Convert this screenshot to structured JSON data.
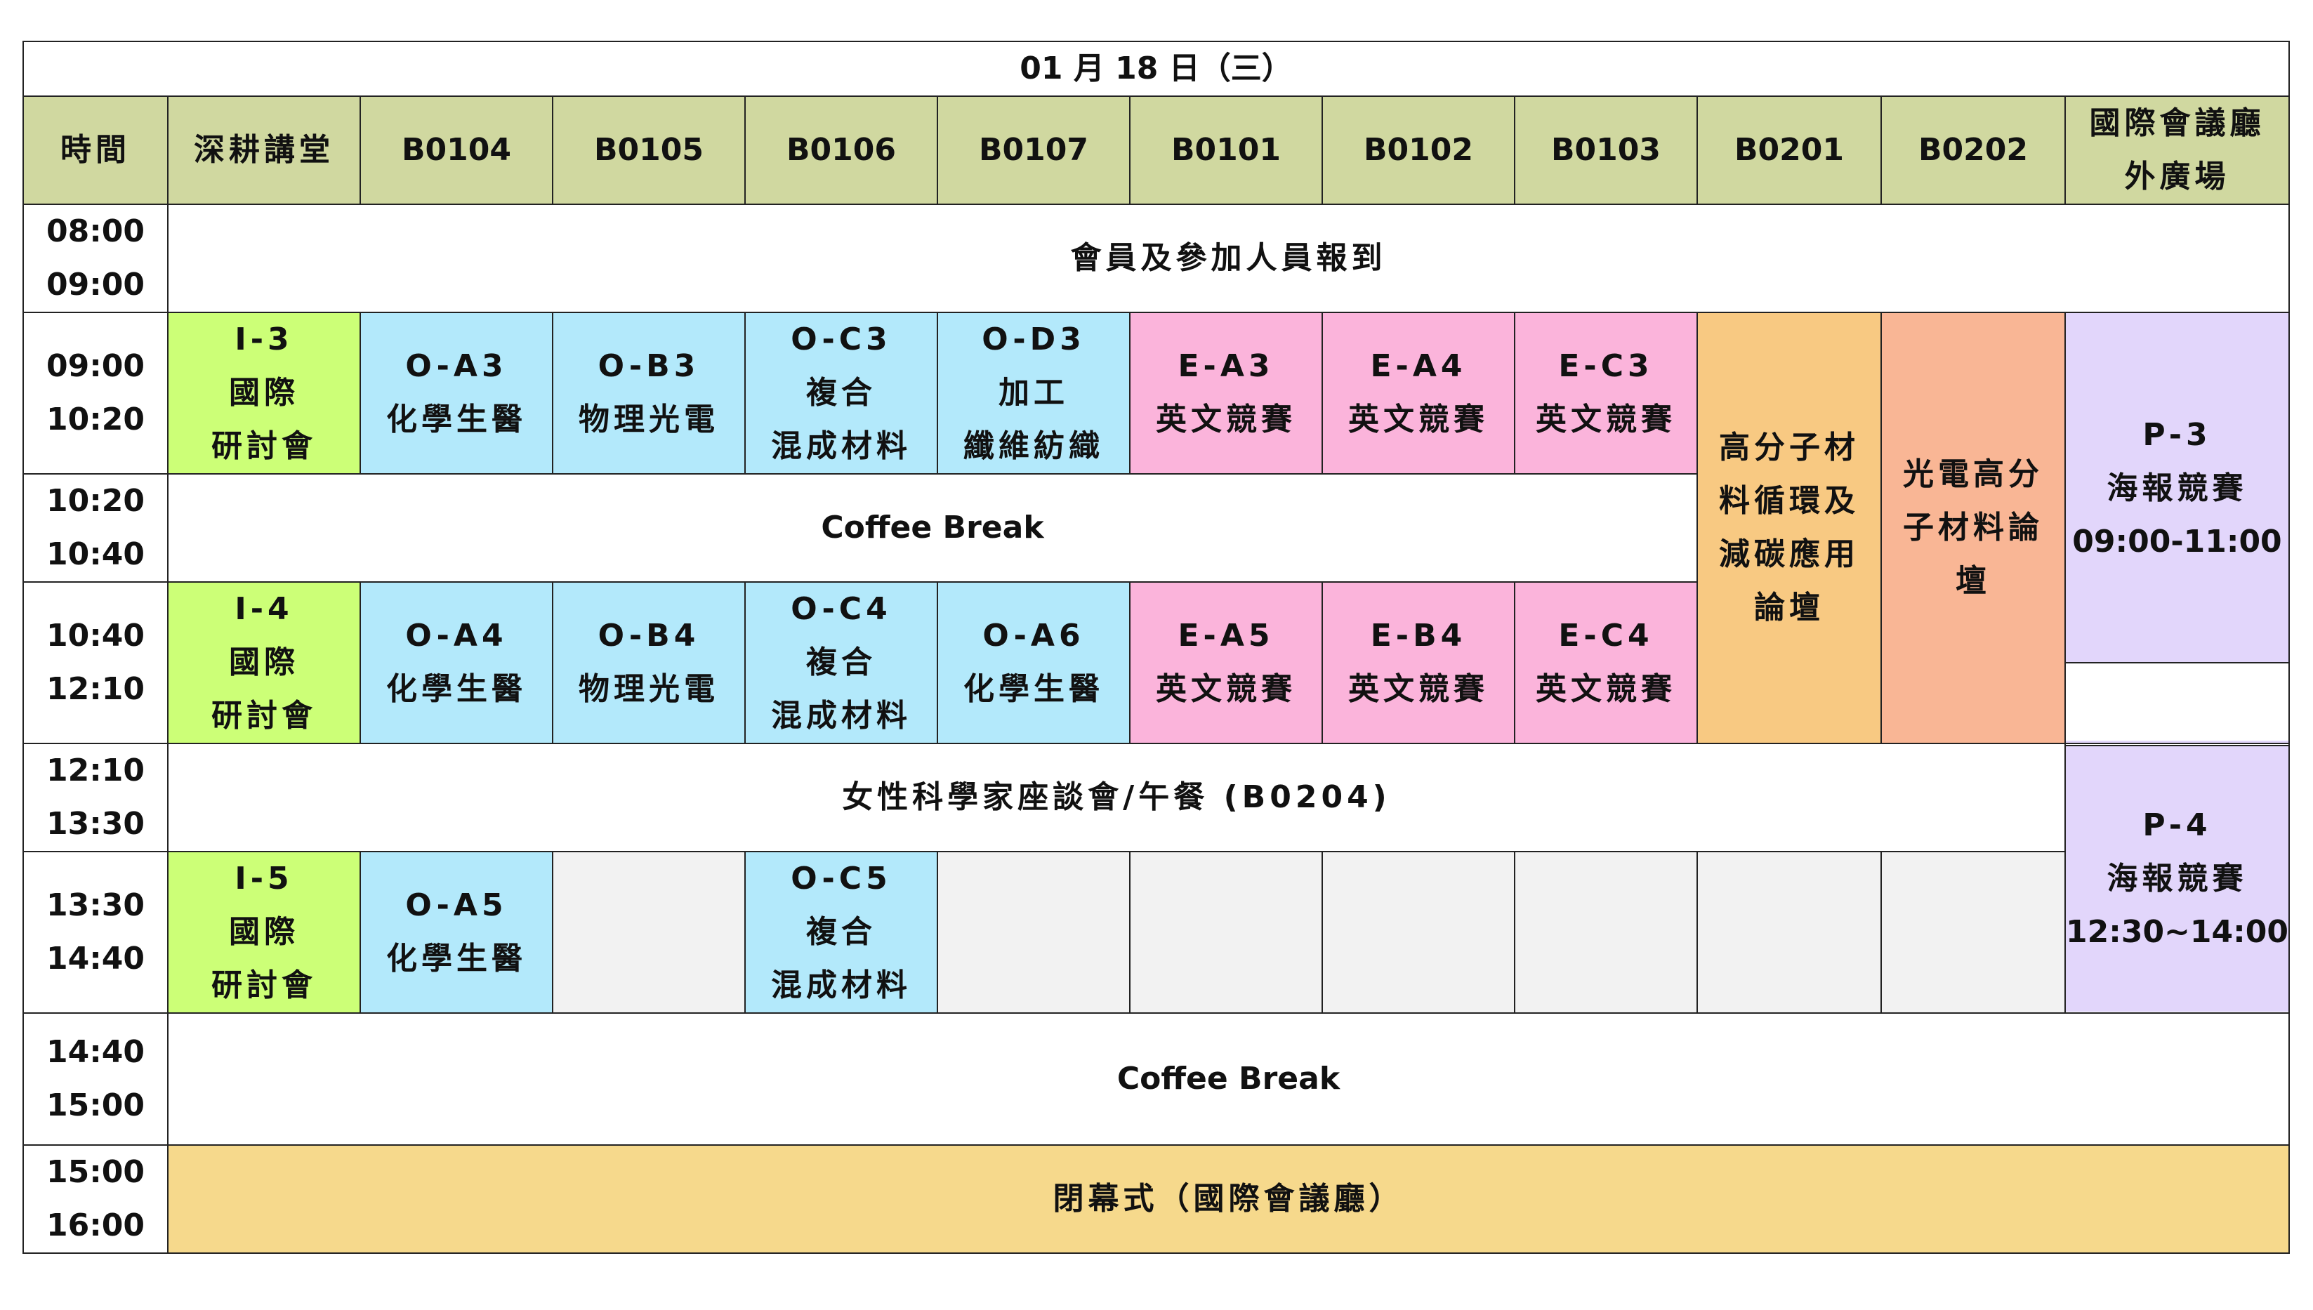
{
  "date_title": "01 月 18 日（三）",
  "headers": [
    "時間",
    "深耕講堂",
    "B0104",
    "B0105",
    "B0106",
    "B0107",
    "B0101",
    "B0102",
    "B0103",
    "B0201",
    "B0202"
  ],
  "plaza_header": [
    "國際會議廳",
    "外廣場"
  ],
  "rows": {
    "r1": {
      "time": [
        "08:00",
        "09:00"
      ],
      "banner": "會員及參加人員報到"
    },
    "r2": {
      "time": [
        "09:00",
        "10:20"
      ],
      "cells": [
        {
          "lines": [
            "I-3",
            "國際",
            "研討會"
          ]
        },
        {
          "lines": [
            "O-A3",
            "化學生醫"
          ]
        },
        {
          "lines": [
            "O-B3",
            "物理光電"
          ]
        },
        {
          "lines": [
            "O-C3",
            "複合",
            "混成材料"
          ]
        },
        {
          "lines": [
            "O-D3",
            "加工",
            "纖維紡織"
          ]
        },
        {
          "lines": [
            "E-A3",
            "英文競賽"
          ]
        },
        {
          "lines": [
            "E-A4",
            "英文競賽"
          ]
        },
        {
          "lines": [
            "E-C3",
            "英文競賽"
          ]
        }
      ],
      "forum_b0201": [
        "高分子材",
        "料循環及",
        "減碳應用",
        "論壇"
      ],
      "forum_b0202": [
        "光電高分",
        "子材料論",
        "壇"
      ],
      "poster_p3": [
        "P-3",
        "海報競賽",
        "09:00-11:00"
      ]
    },
    "r3": {
      "time": [
        "10:20",
        "10:40"
      ],
      "banner": "Coffee Break"
    },
    "r4": {
      "time": [
        "10:40",
        "12:10"
      ],
      "cells": [
        {
          "lines": [
            "I-4",
            "國際",
            "研討會"
          ]
        },
        {
          "lines": [
            "O-A4",
            "化學生醫"
          ]
        },
        {
          "lines": [
            "O-B4",
            "物理光電"
          ]
        },
        {
          "lines": [
            "O-C4",
            "複合",
            "混成材料"
          ]
        },
        {
          "lines": [
            "O-A6",
            "化學生醫"
          ]
        },
        {
          "lines": [
            "E-A5",
            "英文競賽"
          ]
        },
        {
          "lines": [
            "E-B4",
            "英文競賽"
          ]
        },
        {
          "lines": [
            "E-C4",
            "英文競賽"
          ]
        }
      ]
    },
    "r5": {
      "time": [
        "12:10",
        "13:30"
      ],
      "banner": "女性科學家座談會/午餐 (B0204)"
    },
    "r6": {
      "time": [
        "13:30",
        "14:40"
      ],
      "cells": [
        {
          "lines": [
            "I-5",
            "國際",
            "研討會"
          ]
        },
        {
          "lines": [
            "O-A5",
            "化學生醫"
          ]
        },
        {
          "lines": []
        },
        {
          "lines": [
            "O-C5",
            "複合",
            "混成材料"
          ]
        }
      ],
      "poster_p4": [
        "P-4",
        "海報競賽",
        "12:30~14:00"
      ]
    },
    "r7": {
      "time": [
        "14:40",
        "15:00"
      ],
      "banner": "Coffee Break"
    },
    "r8": {
      "time": [
        "15:00",
        "16:00"
      ],
      "banner": "閉幕式（國際會議廳）"
    }
  },
  "colors": {
    "header": "#d0d8a0",
    "international": "#ccff77",
    "oral": "#b3e9fb",
    "english_contest": "#fbb4db",
    "forum_recycling": "#f8c982",
    "forum_optoelectronic": "#f9b695",
    "poster": "#e2d6fb",
    "empty": "#f2f2f2",
    "closing": "#f6d98c"
  }
}
